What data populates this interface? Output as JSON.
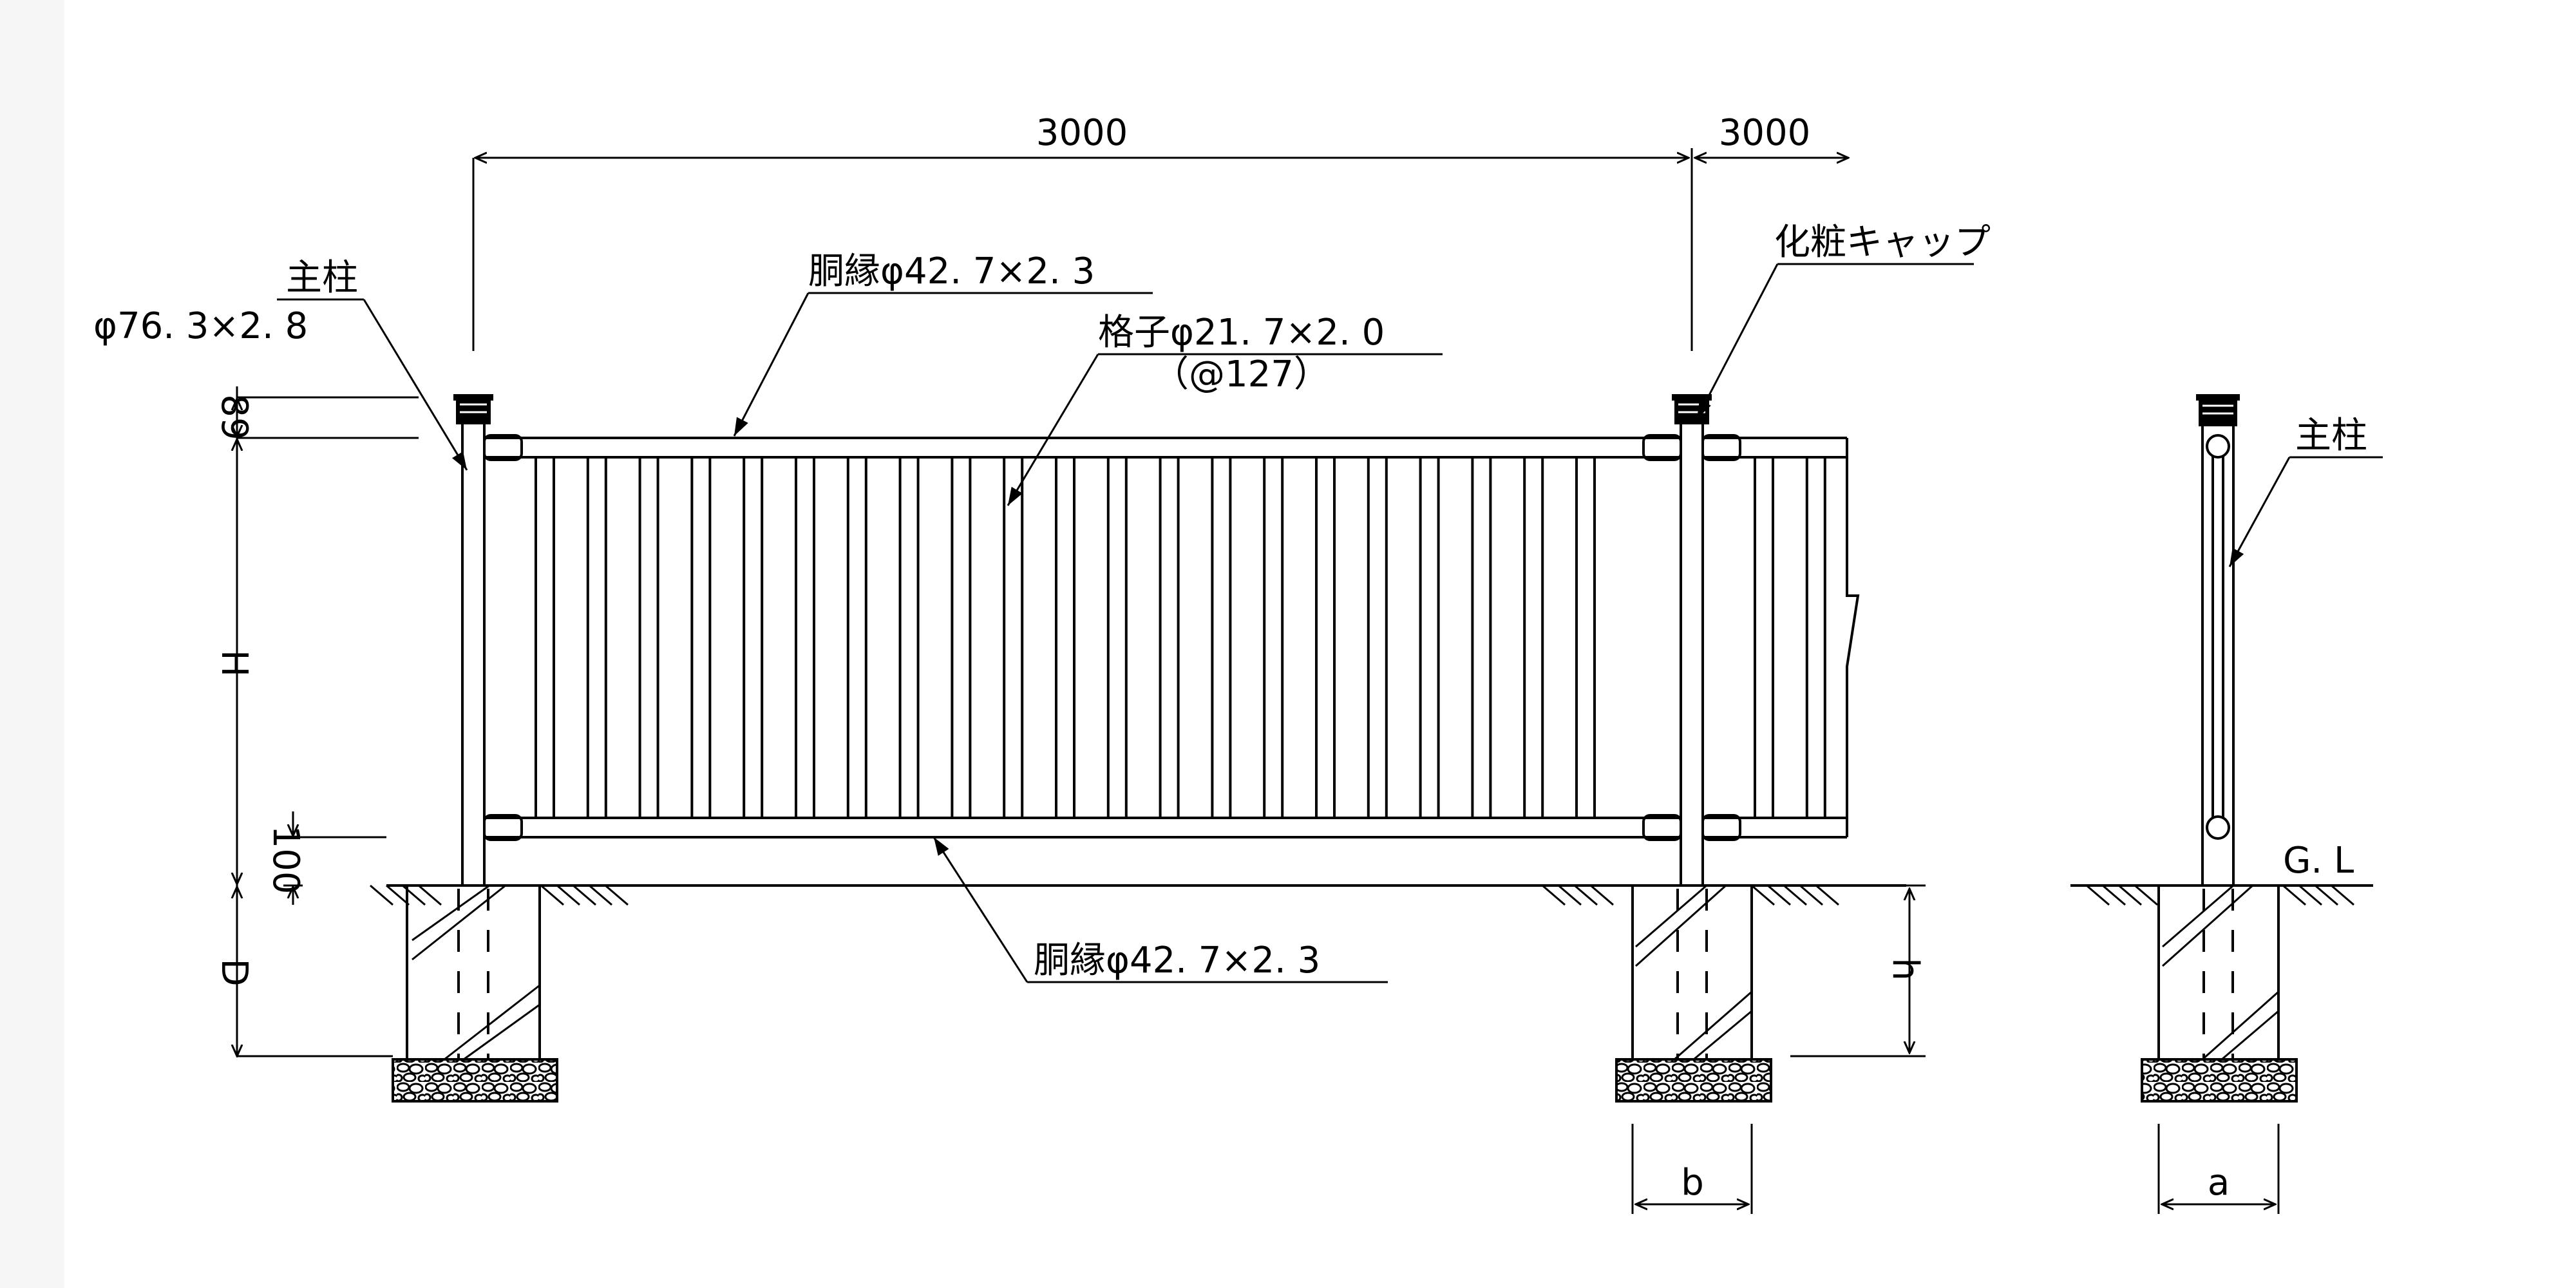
{
  "dimensions": {
    "span_main": "3000",
    "span_next": "3000",
    "top_offset": "89",
    "height": "H",
    "bottom_gap": "100",
    "depth": "D",
    "footing_h": "h",
    "footing_b": "b",
    "footing_a": "a"
  },
  "labels": {
    "main_post": "主柱",
    "main_post_spec": "φ76. 3×2. 8",
    "top_rail": "胴縁φ42. 7×2. 3",
    "lattice": "格子φ21. 7×2. 0",
    "lattice_pitch": "（@127）",
    "cap": "化粧キャップ",
    "bottom_rail": "胴縁φ42. 7×2. 3",
    "side_main_post": "主柱",
    "ground_level": "G. L"
  },
  "colors": {
    "line": "#000000",
    "background": "#ffffff",
    "left_strip": "#f6f6f6"
  }
}
